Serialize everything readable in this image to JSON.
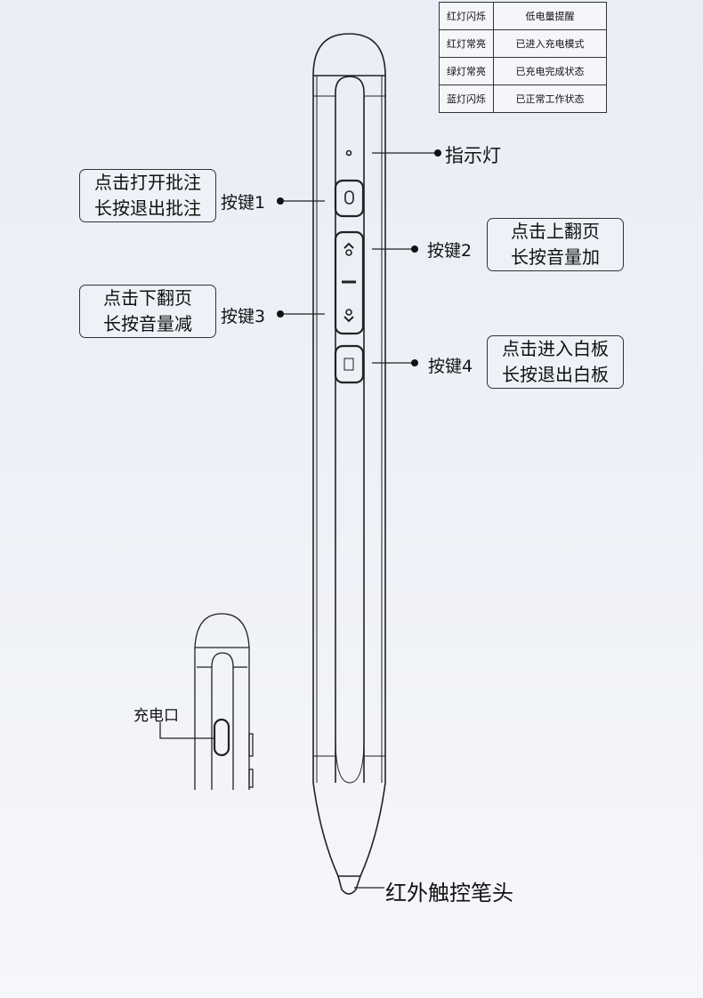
{
  "status_table": [
    {
      "light": "红灯闪烁",
      "meaning": "低电量提醒"
    },
    {
      "light": "红灯常亮",
      "meaning": "已进入充电模式"
    },
    {
      "light": "绿灯常亮",
      "meaning": "已充电完成状态"
    },
    {
      "light": "蓝灯闪烁",
      "meaning": "已正常工作状态"
    }
  ],
  "indicator_label": "指示灯",
  "buttons": [
    {
      "label": "按键1",
      "line1": "点击打开批注",
      "line2": "长按退出批注"
    },
    {
      "label": "按键2",
      "line1": "点击上翻页",
      "line2": "长按音量加"
    },
    {
      "label": "按键3",
      "line1": "点击下翻页",
      "line2": "长按音量减"
    },
    {
      "label": "按键4",
      "line1": "点击进入白板",
      "line2": "长按退出白板"
    }
  ],
  "charge_port_label": "充电口",
  "tip_label": "红外触控笔头"
}
